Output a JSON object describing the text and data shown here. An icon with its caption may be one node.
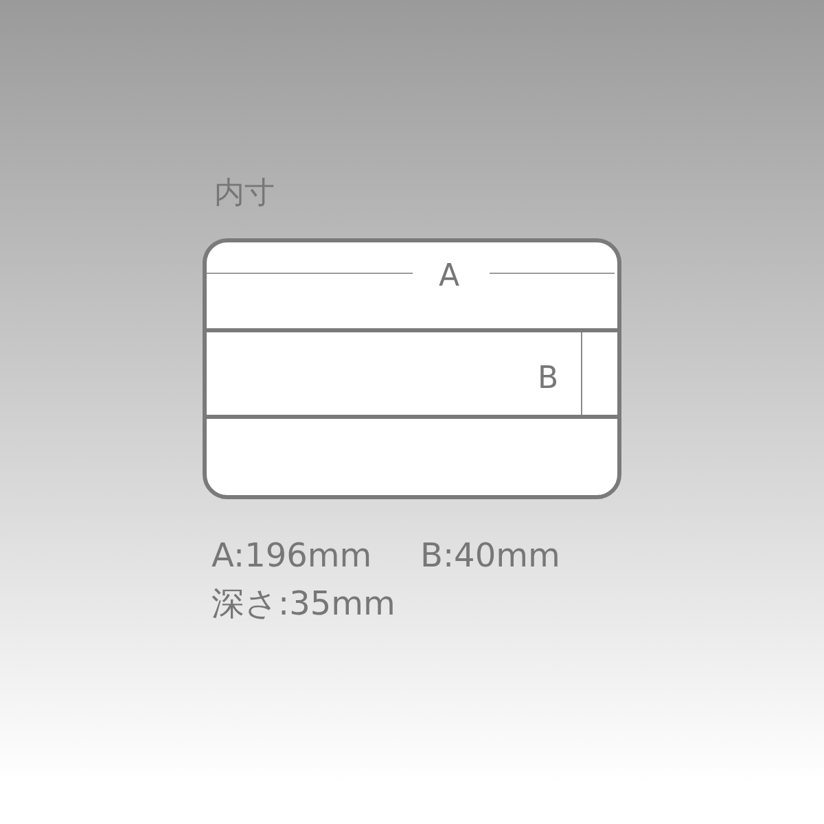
{
  "diagram": {
    "title": "内寸",
    "nodes": [
      {
        "text": [],
        "shape": "box"
      },
      {
        "text": [],
        "shape": "box",
        "in": 0
      },
      {
        "text": [],
        "shape": "box",
        "in": 0
      },
      {
        "text": [],
        "shape": "box",
        "in": 0
      },
      {
        "text": [],
        "shape": "box",
        "in": 0
      }
    ],
    "labels": [
      "A",
      "B",
      "A:196mm",
      "B:40mm",
      "深さ:35mm"
    ]
  }
}
